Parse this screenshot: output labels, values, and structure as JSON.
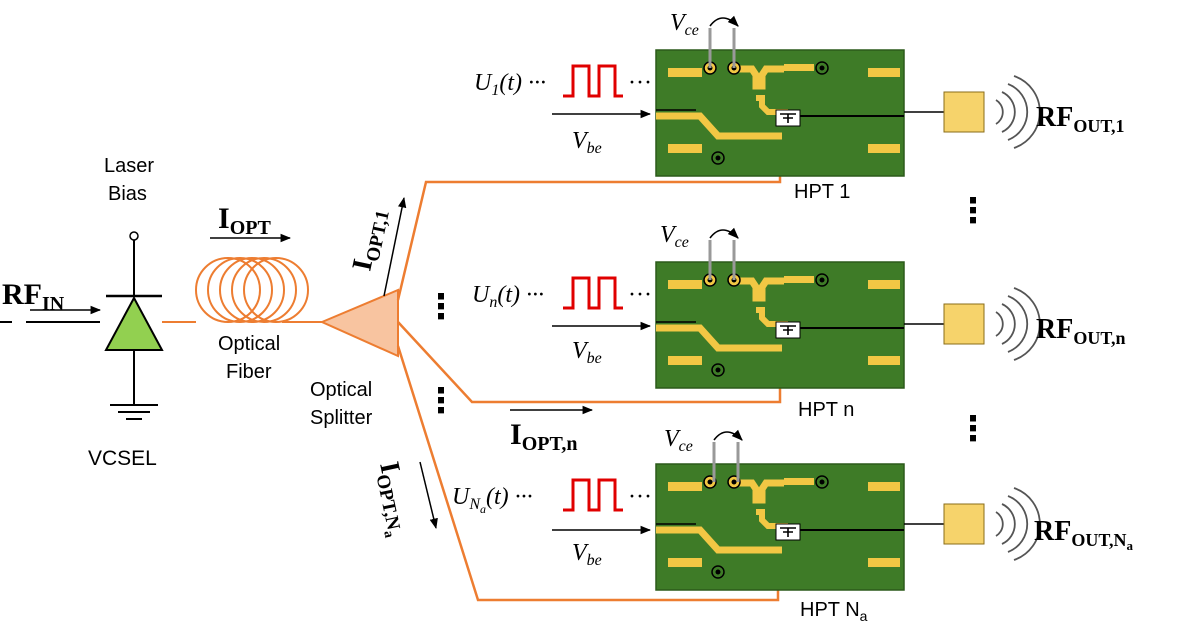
{
  "source": {
    "laser_bias_line1": "Laser",
    "laser_bias_line2": "Bias",
    "vcsel": "VCSEL",
    "rf_in_main": "RF",
    "rf_in_sub": "IN",
    "i_opt_main": "I",
    "i_opt_sub": "OPT",
    "optical_fiber_line1": "Optical",
    "optical_fiber_line2": "Fiber",
    "optical_splitter_line1": "Optical",
    "optical_splitter_line2": "Splitter",
    "ellipsis": "⋮"
  },
  "branches": {
    "i_opt_1_main": "I",
    "i_opt_1_sub": "OPT,1",
    "i_opt_n_main": "I",
    "i_opt_n_sub": "OPT,n",
    "i_opt_na_main": "I",
    "i_opt_na_sub": "OPT,N",
    "i_opt_na_subsub": "a"
  },
  "hpt": [
    {
      "vce_main": "V",
      "vce_sub": "ce",
      "vbe_main": "V",
      "vbe_sub": "be",
      "u_main": "U",
      "u_sub": "1",
      "u_paren": "(t) ···",
      "u_tail": "···",
      "label": "HPT 1",
      "rf_out_main": "RF",
      "rf_out_sub": "OUT,1"
    },
    {
      "vce_main": "V",
      "vce_sub": "ce",
      "vbe_main": "V",
      "vbe_sub": "be",
      "u_main": "U",
      "u_sub": "n",
      "u_paren": "(t) ···",
      "u_tail": "···",
      "label": "HPT n",
      "rf_out_main": "RF",
      "rf_out_sub": "OUT,n"
    },
    {
      "vce_main": "V",
      "vce_sub": "ce",
      "vbe_main": "V",
      "vbe_sub": "be",
      "u_main": "U",
      "u_sub": "N",
      "u_subsub": "a",
      "u_paren": "(t) ···",
      "u_tail": "···",
      "label": "HPT N",
      "label_sub": "a",
      "rf_out_main": "RF",
      "rf_out_sub": "OUT,N",
      "rf_out_subsub": "a"
    }
  ],
  "colors": {
    "fiber": "#ED7D31",
    "board": "#3E7B27",
    "trace": "#F2C744",
    "pulse": "#E00000",
    "vcsel": "#92D050",
    "splitter": "#F8C4A0",
    "antenna": "#F6D36B"
  }
}
